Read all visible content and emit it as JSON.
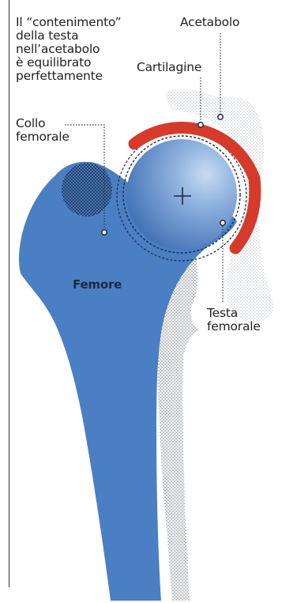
{
  "intro_text": [
    "Il “contenimento”",
    "della testa",
    "nell’acetabolo",
    "è equilibrato",
    "perfettamente"
  ],
  "labels": {
    "collo_femorale": [
      "Collo",
      "femorale"
    ],
    "acetabolo": "Acetabolo",
    "cartilagine": "Cartilagine",
    "testa_femorale": [
      "Testa",
      "femorale"
    ],
    "femore": "Femore"
  },
  "colors": {
    "bone_blue": "#4a7fc4",
    "bone_blue_dark": "#3a67a8",
    "cartilage_red": "#d63a2a",
    "head_highlight": "#9fc0e6",
    "stipple": "#8a8f96",
    "pelvis_grey": "#d9dadc"
  }
}
